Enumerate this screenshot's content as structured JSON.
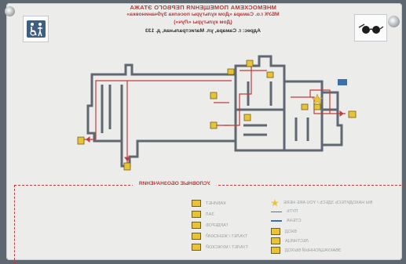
{
  "header": {
    "title": "МНЕМОСХЕМА ПОМЕЩЕНИЯ ПЕРВОГО ЭТАЖА",
    "org_line1": "МБУК г.о. Самара «Дом культуры поселка Зубчаниновка»",
    "org_line2": "(Дом культуры «Луч»)",
    "address": "Адрес: г. Самара, ул. Магистральная, д. 133"
  },
  "icons": {
    "accessibility": "wheelchair-companion-icon",
    "visual_impairment": "dark-glasses-icon"
  },
  "colors": {
    "board": "#ecedeb",
    "wall": "#5f6870",
    "route": "#c43b3b",
    "marker": "#e6c43a",
    "star": "#e8c43a",
    "accent_blue": "#3b6fb0"
  },
  "legend": {
    "title": "УСЛОВНЫЕ ОБОЗНАЧЕНИЯ",
    "left_items": [
      "ВЫ НАХОДИТЕСЬ ЗДЕСЬ / YOU ARE HERE",
      "ПУТЬ",
      "СТЕНА",
      "ВХОД",
      "ЛЕСТНИЦА",
      "ЭВАКУАЦИОННЫЙ ВЫХОД"
    ],
    "right_items": [
      "КАБИНЕТ",
      "ЗАЛ",
      "ГАРДЕРОБ",
      "ТУАЛЕТ / ЖЕНСКИЙ",
      "ТУАЛЕТ / МУЖСКОЙ"
    ]
  }
}
